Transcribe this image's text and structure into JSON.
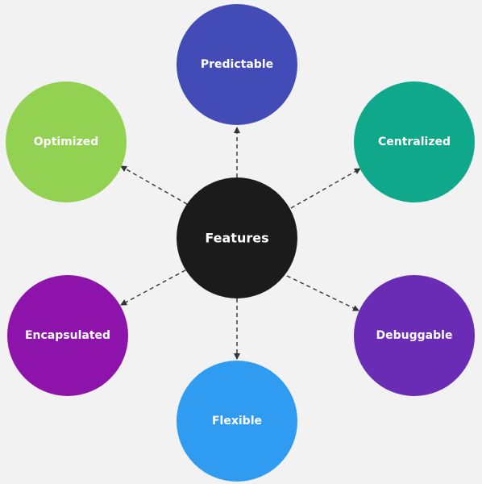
{
  "center": {
    "label": "Features",
    "color": "#1b1b1b"
  },
  "features": [
    {
      "label": "Predictable",
      "color": "#434cb6"
    },
    {
      "label": "Centralized",
      "color": "#0fa88a"
    },
    {
      "label": "Debuggable",
      "color": "#6a2cb4"
    },
    {
      "label": "Flexible",
      "color": "#2f9cf1"
    },
    {
      "label": "Encapsulated",
      "color": "#8e13ab"
    },
    {
      "label": "Optimized",
      "color": "#93d152"
    }
  ],
  "connector_color": "#333333",
  "background_color": "#f2f2f3"
}
